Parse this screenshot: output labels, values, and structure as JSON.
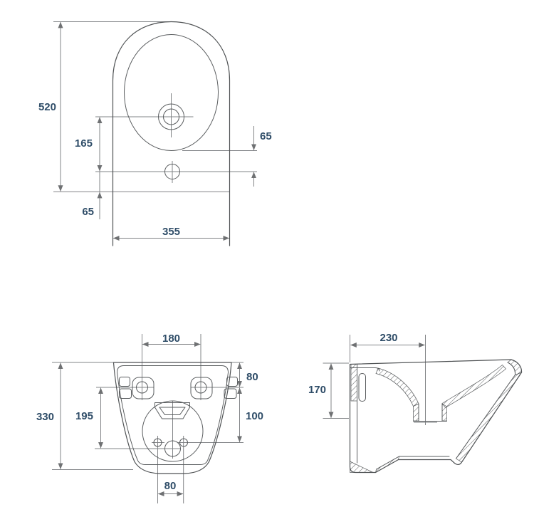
{
  "colors": {
    "background": "#ffffff",
    "object_line": "#4f5254",
    "dimension_line": "#828487",
    "dimension_text": "#2f4d68"
  },
  "views": {
    "plan": {
      "depth": "520",
      "tap_to_drain_hole": "165",
      "rim_to_drain_hole": "65",
      "drain_hole_to_rear": "65",
      "rear_width": "355"
    },
    "front": {
      "mount_hole_spacing": "180",
      "top_to_mount_holes": "80",
      "total_height": "330",
      "mount_holes_to_outlet": "195",
      "mount_holes_to_side_holes": "100",
      "bottom_hole_spacing": "80"
    },
    "side": {
      "wall_to_drain_center": "230",
      "mounting_face_height": "170"
    }
  }
}
